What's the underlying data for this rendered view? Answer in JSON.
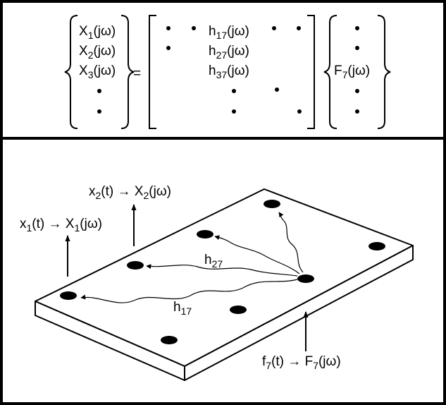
{
  "equation": {
    "lhs": [
      {
        "base": "X",
        "sub": "1",
        "arg": "(jω)"
      },
      {
        "base": "X",
        "sub": "2",
        "arg": "(jω)"
      },
      {
        "base": "X",
        "sub": "3",
        "arg": "(jω)"
      }
    ],
    "equals": "=",
    "matrix": [
      {
        "base": "h",
        "sub": "17",
        "arg": "(jω)"
      },
      {
        "base": "h",
        "sub": "27",
        "arg": "(jω)"
      },
      {
        "base": "h",
        "sub": "37",
        "arg": "(jω)"
      }
    ],
    "rhs": {
      "base": "F",
      "sub": "7",
      "arg": "(jω)"
    },
    "dot": "•"
  },
  "sensor_labels": {
    "x1": {
      "pre": "x",
      "sub": "1",
      "mid": "(t) → X",
      "sub2": "1",
      "post": "(jω)"
    },
    "x2": {
      "pre": "x",
      "sub": "2",
      "mid": "(t) → X",
      "sub2": "2",
      "post": "(jω)"
    },
    "f7": {
      "pre": "f",
      "sub": "7",
      "mid": "(t) → F",
      "sub2": "7",
      "post": "(jω)"
    }
  },
  "path_labels": {
    "h27": {
      "base": "h",
      "sub": "27"
    },
    "h17": {
      "base": "h",
      "sub": "17"
    }
  }
}
